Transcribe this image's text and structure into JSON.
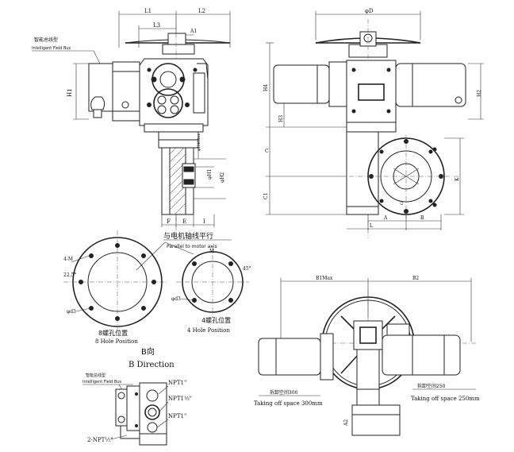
{
  "front_view": {
    "label_cn": "智能总线型",
    "label_en": "Intelligent Field Bus",
    "dims": {
      "L1": "L1",
      "L2": "L2",
      "L3": "L3",
      "A1": "A1",
      "H1": "H1",
      "phiH4max": "φH4Max",
      "phiH1": "φH1",
      "phiH2": "φH2",
      "F": "F",
      "E": "E",
      "I": "I"
    }
  },
  "side_view": {
    "dims": {
      "phiD": "φD",
      "H4": "H4",
      "H3": "H3",
      "H2": "H2",
      "C": "C",
      "C1": "C1",
      "K": "K",
      "A": "A",
      "B": "B",
      "L": "L",
      "G": "G"
    }
  },
  "flange_views": {
    "parallel_cn": "与电机轴线平行",
    "parallel_en": "Parallel to motor axis",
    "eight_hole_cn": "8螺孔位置",
    "eight_hole_en": "8 Hole Position",
    "four_hole_cn": "4螺孔位置",
    "four_hole_en": "4 Hole Position",
    "dims": {
      "phid3_left": "φd3",
      "phid3_right": "φd3",
      "angle_left": "22.5°",
      "angle_right": "45°",
      "fourM": "4-M",
      "mM": "M"
    }
  },
  "b_direction": {
    "title_cn": "B向",
    "title_en": "B Direction",
    "label_cn": "智能总线型",
    "label_en": "Intelligent Field Bus",
    "npt_top": "NPT1\"",
    "npt_mid": "NPT1½\"",
    "npt_low": "NPT1\"",
    "npt_left": "2-NPT½\""
  },
  "top_view": {
    "dims": {
      "B1max": "B1Max",
      "B2": "B2",
      "A2": "A2"
    },
    "take_off_300_cn": "拆卸空间300",
    "take_off_300_en": "Taking off space 300mm",
    "take_off_250_cn": "拆卸空间250",
    "take_off_250_en": "Taking off space 250mm"
  }
}
